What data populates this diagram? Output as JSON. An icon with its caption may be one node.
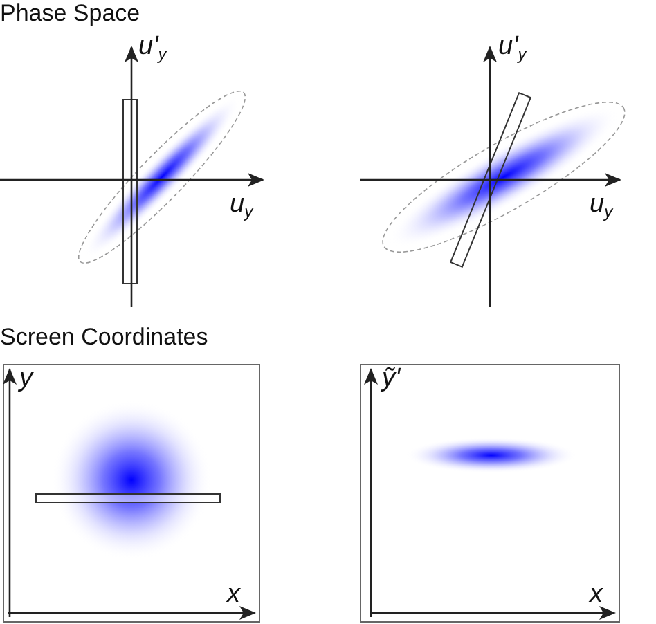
{
  "diagram": {
    "labels": [
      "Phase Space",
      "u'$_{y}$",
      "u$_{y}$",
      "u'$_{y}$",
      "u$_{y}$",
      "Screen Coordinates",
      "y",
      "x",
      "ỹ'",
      "x"
    ]
  }
}
